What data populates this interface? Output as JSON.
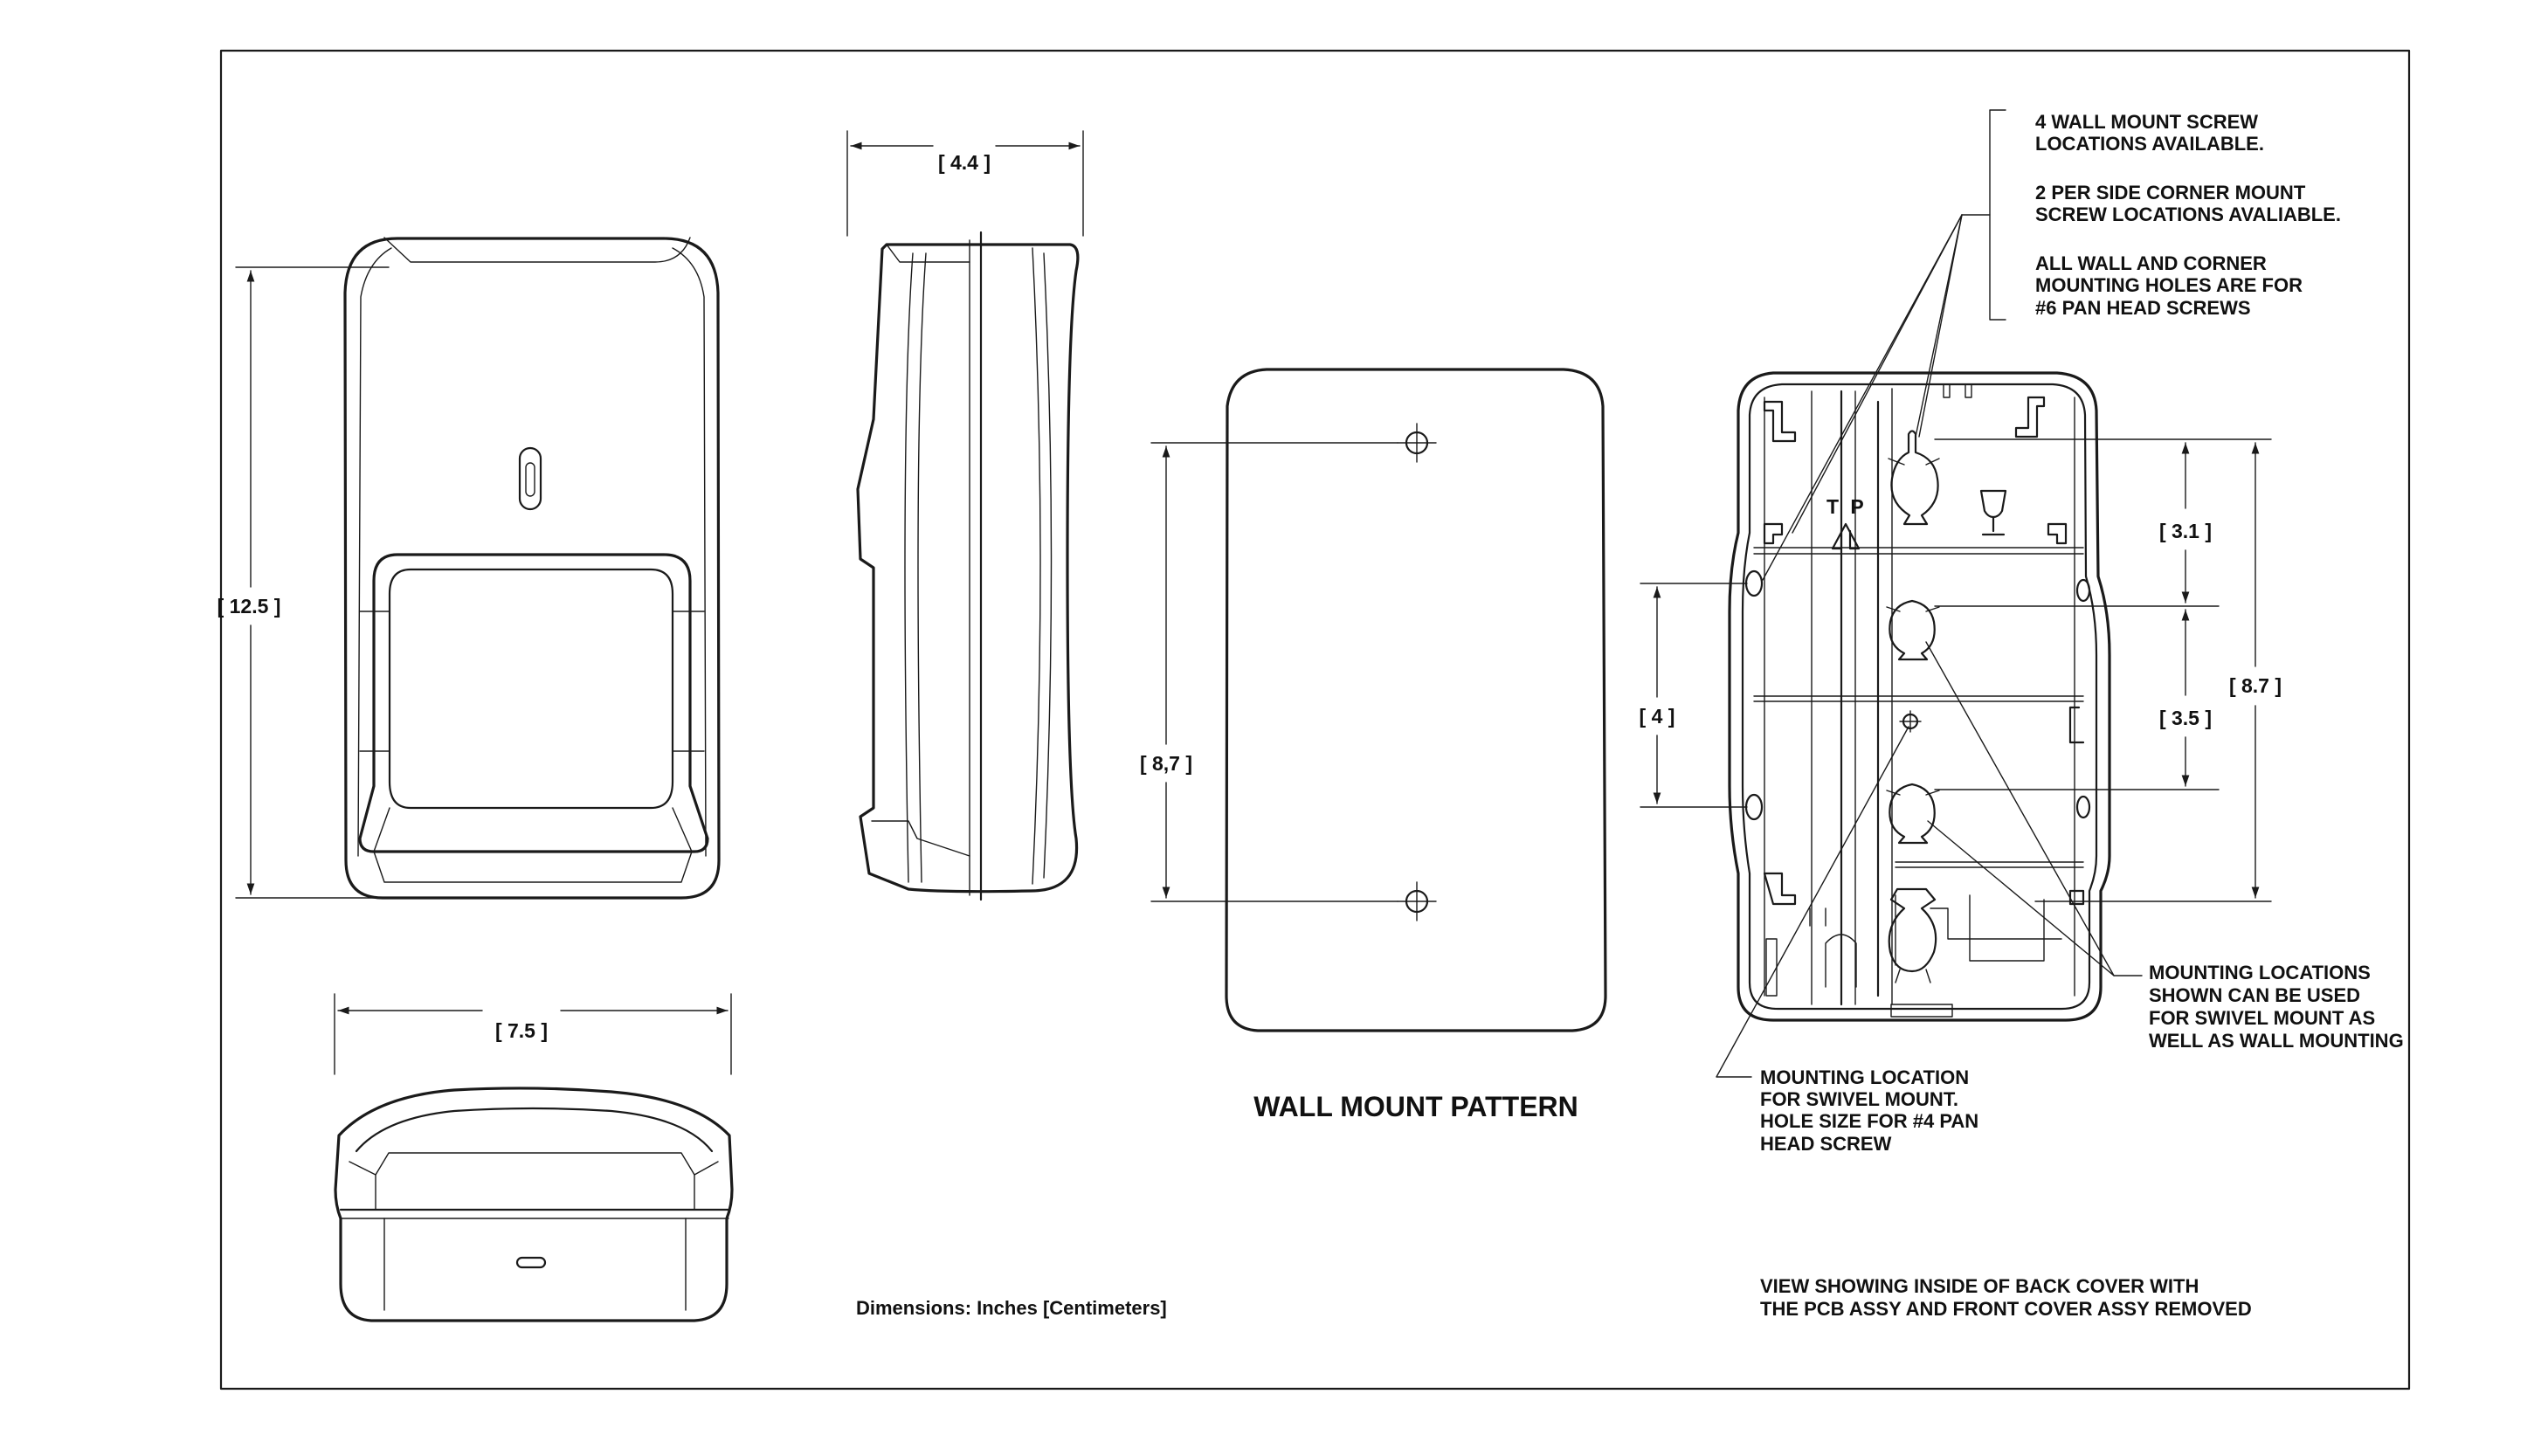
{
  "views": {
    "front": {
      "height_label": "[ 12.5 ]"
    },
    "side": {
      "depth_label": "[ 4.4 ]"
    },
    "bottom": {
      "width_label": "[ 7.5 ]"
    },
    "wall_pattern": {
      "spacing_label": "[ 8,7 ]",
      "title": "WALL MOUNT PATTERN"
    },
    "back_cover": {
      "left_spacing_label": "[ 4 ]",
      "upper_spacing_label": "[ 3.1 ]",
      "lower_spacing_label": "[ 3.5 ]",
      "overall_spacing_label": "[ 8.7 ]",
      "arrow_letters": [
        "T",
        "P"
      ]
    }
  },
  "notes": {
    "screw_note": [
      "4 WALL MOUNT SCREW",
      "LOCATIONS AVAILABLE.",
      "",
      "2 PER SIDE CORNER MOUNT",
      "SCREW LOCATIONS AVALIABLE.",
      "",
      "ALL WALL AND CORNER",
      "MOUNTING HOLES ARE FOR",
      "#6 PAN HEAD SCREWS"
    ],
    "swivel_note": [
      "MOUNTING LOCATION",
      "FOR SWIVEL MOUNT.",
      "HOLE SIZE FOR #4 PAN",
      "HEAD SCREW"
    ],
    "locations_note": [
      "MOUNTING LOCATIONS",
      "SHOWN CAN BE USED",
      "FOR SWIVEL MOUNT AS",
      "WELL AS WALL MOUNTING"
    ],
    "view_note": [
      "VIEW SHOWING INSIDE OF BACK COVER WITH",
      "THE PCB ASSY AND FRONT COVER ASSY REMOVED"
    ],
    "dimensions_note": "Dimensions:  Inches [Centimeters]"
  }
}
